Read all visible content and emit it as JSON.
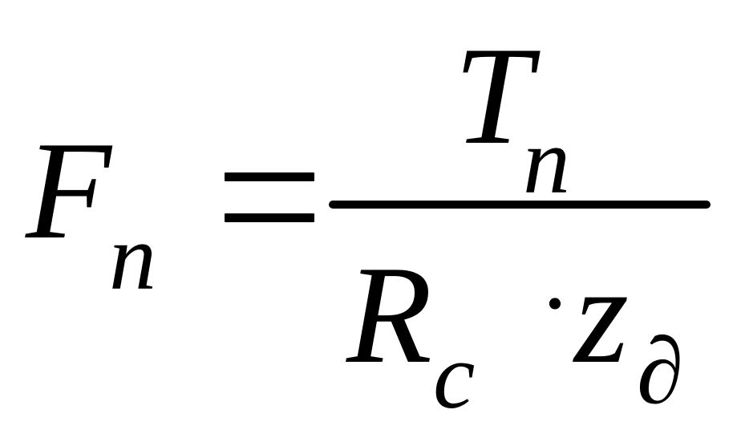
{
  "formula": {
    "lhs": {
      "base": "F",
      "subscript": "n"
    },
    "relation": "=",
    "numerator": {
      "base": "T",
      "subscript": "n"
    },
    "denominator": {
      "term1": {
        "base": "R",
        "subscript": "c"
      },
      "operator": "·",
      "term2": {
        "base": "z",
        "subscript": "∂"
      }
    }
  },
  "colors": {
    "ink": "#000000",
    "background": "#ffffff"
  }
}
